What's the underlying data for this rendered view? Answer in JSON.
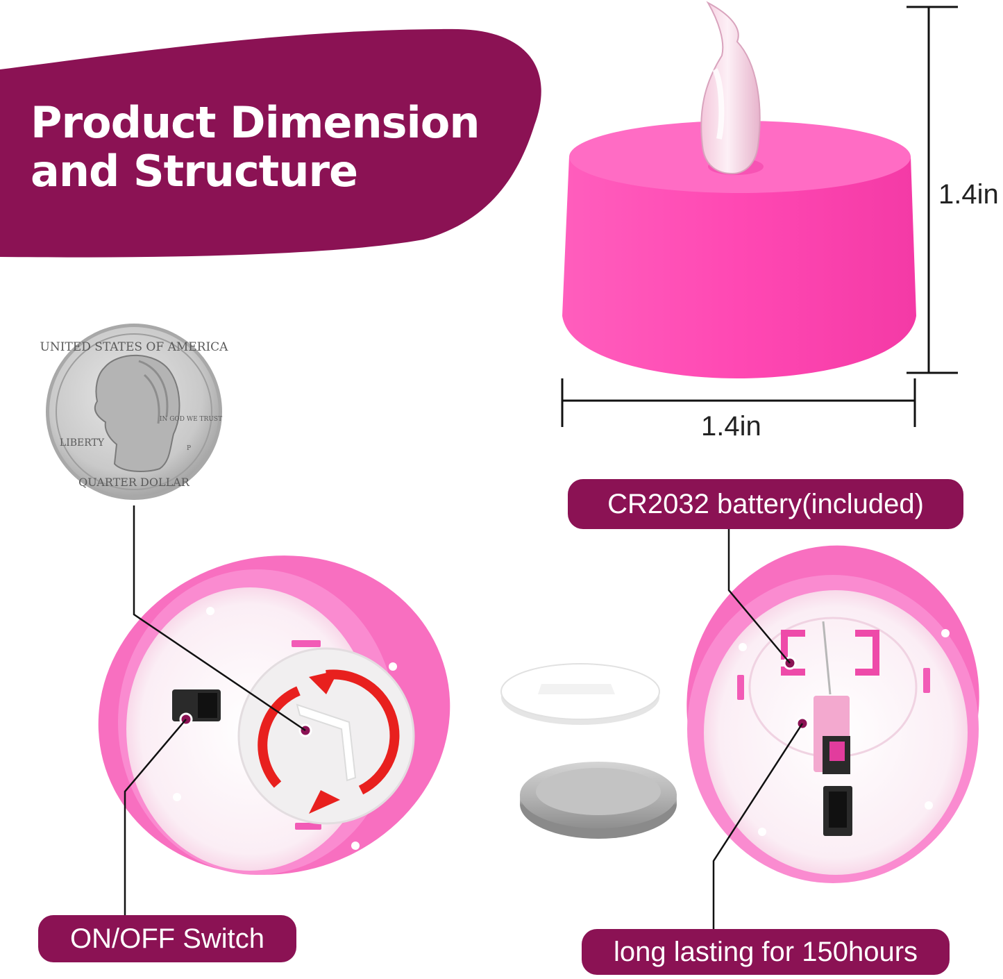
{
  "heading": {
    "line1": "Product Dimension",
    "line2": "and Structure"
  },
  "dimensions": {
    "height": "1.4in",
    "width": "1.4in"
  },
  "callouts": {
    "battery": "CR2032 battery(included)",
    "switch": "ON/OFF Switch",
    "lasting": "long lasting for 150hours"
  },
  "coin": {
    "top_text": "UNITED STATES OF AMERICA",
    "bottom_text": "QUARTER DOLLAR",
    "liberty": "LIBERTY",
    "motto": "IN GOD WE TRUST",
    "mint": "P"
  },
  "colors": {
    "brand": "#8b1254",
    "candle_pink": "#ff4fb5",
    "rotate_arrow": "#e8201e"
  }
}
